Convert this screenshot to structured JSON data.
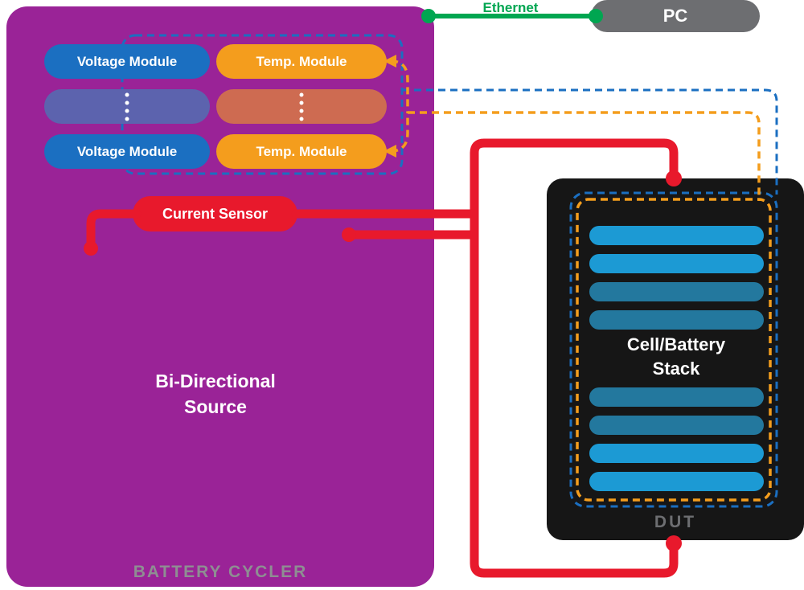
{
  "colors": {
    "purple": "#9A2397",
    "module_blue": "#1B6FC1",
    "module_blue_faded": "#5C63AE",
    "module_orange": "#F49D1D",
    "module_orange_faded": "#CE6B51",
    "wire_red": "#E8192C",
    "ethernet_green": "#00A651",
    "pc_gray": "#6D6E71",
    "dut_black": "#161616",
    "cell_blue_bright": "#1C9AD4",
    "cell_blue_dark": "#23789E"
  },
  "battery_cycler": {
    "label": "BATTERY CYCLER",
    "source_label": "Bi-Directional Source",
    "current_sensor": "Current Sensor",
    "modules": {
      "voltage_top": "Voltage Module",
      "voltage_bottom": "Voltage Module",
      "temp_top": "Temp. Module",
      "temp_bottom": "Temp. Module"
    }
  },
  "ethernet": {
    "label": "Ethernet"
  },
  "pc": {
    "label": "PC"
  },
  "dut": {
    "label": "DUT",
    "stack_label": "Cell/Battery Stack",
    "bars": [
      "#1C9AD4",
      "#1C9AD4",
      "#23789E",
      "#23789E",
      "#23789E",
      "#23789E",
      "#1C9AD4",
      "#1C9AD4"
    ]
  }
}
